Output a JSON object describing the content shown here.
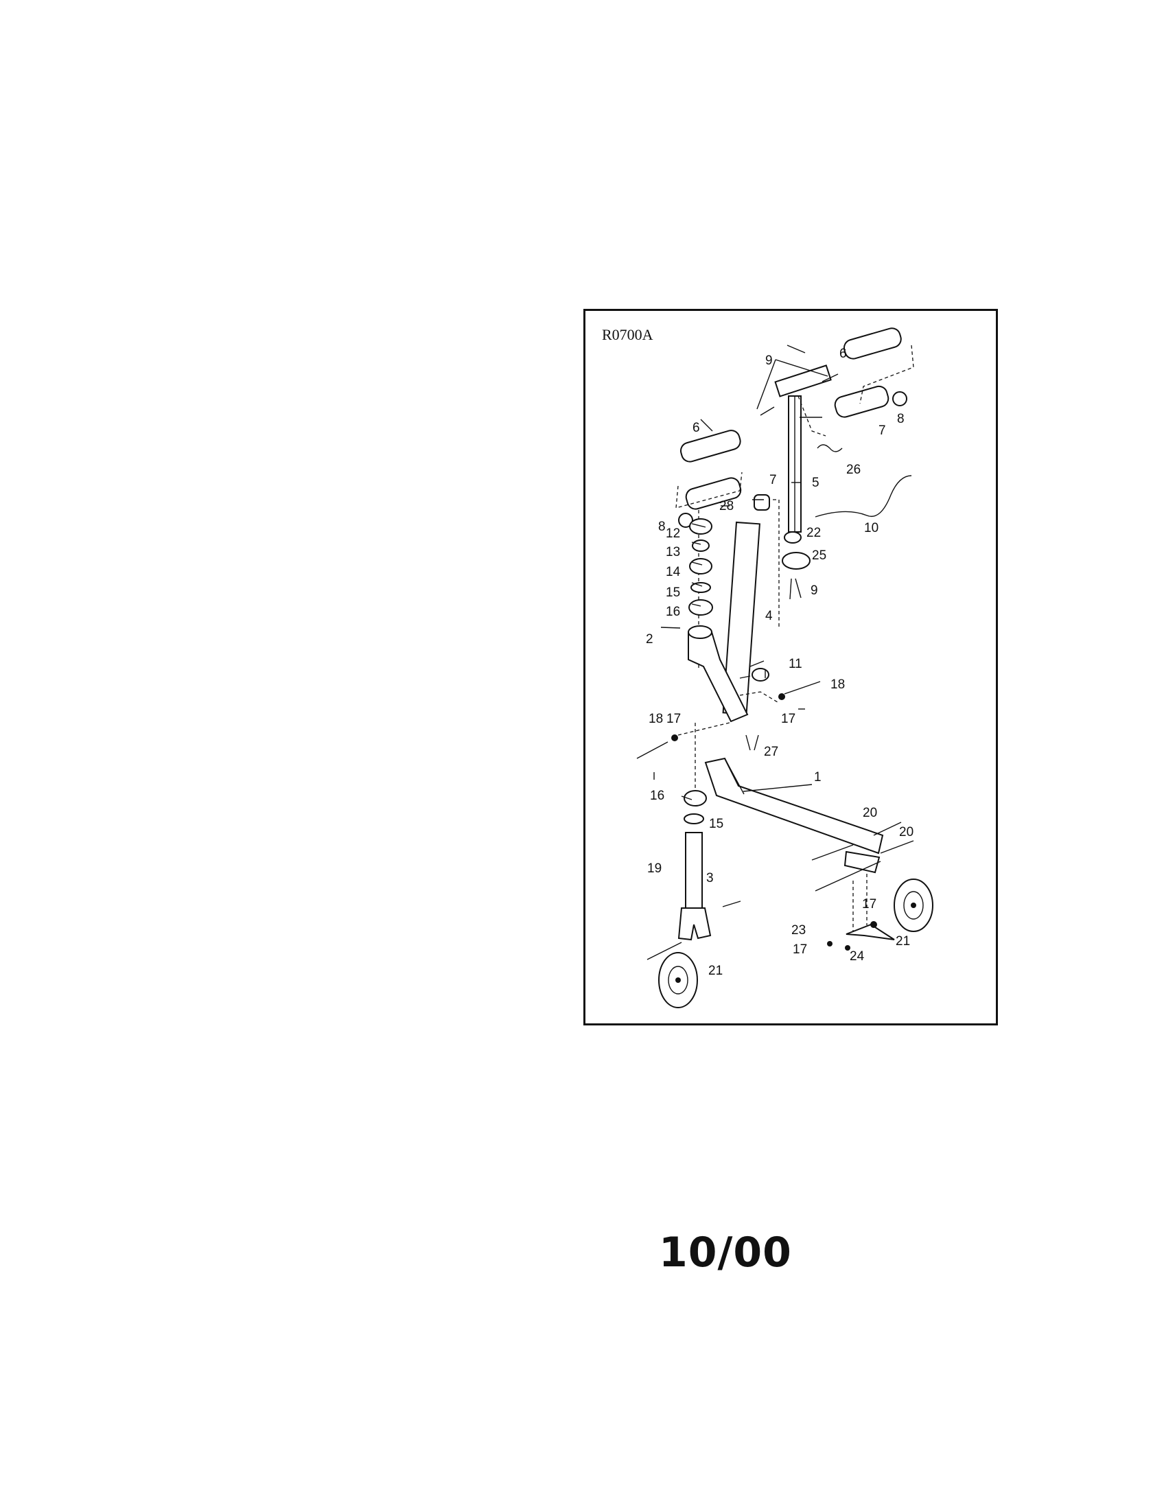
{
  "diagram": {
    "code": "R0700A",
    "callouts": [
      {
        "id": "c6a",
        "text": "6"
      },
      {
        "id": "c9a",
        "text": "9"
      },
      {
        "id": "c8a",
        "text": "8"
      },
      {
        "id": "c7a",
        "text": "7"
      },
      {
        "id": "c6b",
        "text": "6"
      },
      {
        "id": "c26",
        "text": "26"
      },
      {
        "id": "c7b",
        "text": "7"
      },
      {
        "id": "c5",
        "text": "5"
      },
      {
        "id": "c10",
        "text": "10"
      },
      {
        "id": "c8b",
        "text": "8"
      },
      {
        "id": "c28",
        "text": "28"
      },
      {
        "id": "c12",
        "text": "12"
      },
      {
        "id": "c22",
        "text": "22"
      },
      {
        "id": "c13",
        "text": "13"
      },
      {
        "id": "c25",
        "text": "25"
      },
      {
        "id": "c14",
        "text": "14"
      },
      {
        "id": "c15a",
        "text": "15"
      },
      {
        "id": "c9b",
        "text": "9"
      },
      {
        "id": "c16a",
        "text": "16"
      },
      {
        "id": "c4",
        "text": "4"
      },
      {
        "id": "c2",
        "text": "2"
      },
      {
        "id": "c11",
        "text": "11"
      },
      {
        "id": "c18a",
        "text": "18"
      },
      {
        "id": "c18b",
        "text": "18"
      },
      {
        "id": "c17a",
        "text": "17"
      },
      {
        "id": "c17b",
        "text": "17"
      },
      {
        "id": "c27",
        "text": "27"
      },
      {
        "id": "c1",
        "text": "1"
      },
      {
        "id": "c16b",
        "text": "16"
      },
      {
        "id": "c15b",
        "text": "15"
      },
      {
        "id": "c20a",
        "text": "20"
      },
      {
        "id": "c20b",
        "text": "20"
      },
      {
        "id": "c3",
        "text": "3"
      },
      {
        "id": "c19",
        "text": "19"
      },
      {
        "id": "c17c",
        "text": "17"
      },
      {
        "id": "c23",
        "text": "23"
      },
      {
        "id": "c21a",
        "text": "21"
      },
      {
        "id": "c17d",
        "text": "17"
      },
      {
        "id": "c24",
        "text": "24"
      },
      {
        "id": "c21b",
        "text": "21"
      }
    ]
  },
  "footer": {
    "date_code": "10/00"
  }
}
